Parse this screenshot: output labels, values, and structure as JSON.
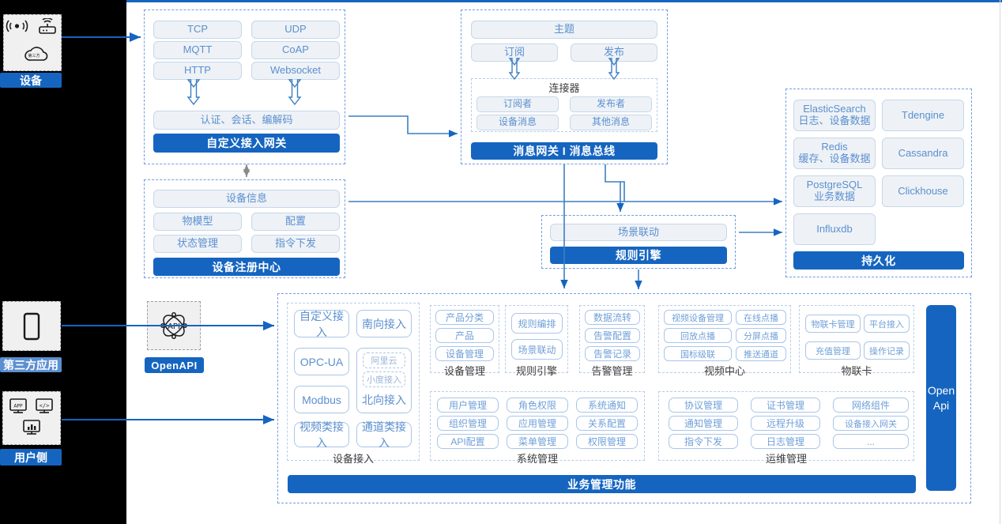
{
  "rail": {
    "device": {
      "label": "设备",
      "icons": [
        "wifi-signal-icon",
        "router-icon",
        "cloud-icon"
      ]
    },
    "third_party": {
      "label": "第三方应用",
      "icons": [
        "mobile-phone-icon"
      ]
    },
    "user_side": {
      "label": "用户侧",
      "icons": [
        "app-monitor-icon",
        "code-monitor-icon",
        "chart-monitor-icon"
      ]
    }
  },
  "openapi_node": {
    "label": "OpenAPI",
    "icon": "api-network-icon"
  },
  "gateway": {
    "protocols": [
      "TCP",
      "UDP",
      "MQTT",
      "CoAP",
      "HTTP",
      "Websocket"
    ],
    "middle": "认证、会话、编解码",
    "title": "自定义接入网关"
  },
  "message_bus": {
    "topic": "主题",
    "subscribe": "订阅",
    "publish": "发布",
    "connector_title": "连接器",
    "connector_items": [
      "订阅者",
      "发布者",
      "设备消息",
      "其他消息"
    ],
    "title": "消息网关 I 消息总线"
  },
  "registry": {
    "info": "设备信息",
    "items": [
      "物模型",
      "配置",
      "状态管理",
      "指令下发"
    ],
    "title": "设备注册中心"
  },
  "rule_engine_block": {
    "item": "场景联动",
    "title": "规则引擎"
  },
  "persistence": {
    "stores": [
      {
        "name": "ElasticSearch",
        "sub": "日志、设备数据"
      },
      {
        "name": "Tdengine",
        "sub": ""
      },
      {
        "name": "Redis",
        "sub": "缓存、设备数据"
      },
      {
        "name": "Cassandra",
        "sub": ""
      },
      {
        "name": "PostgreSQL",
        "sub": "业务数据"
      },
      {
        "name": "Clickhouse",
        "sub": ""
      },
      {
        "name": "Influxdb",
        "sub": ""
      }
    ],
    "title": "持久化"
  },
  "business": {
    "footer_title": "业务管理功能",
    "open_api_line1": "Open",
    "open_api_line2": "Api",
    "device_access": {
      "label": "设备接入",
      "cards": [
        "自定义接入",
        "南向接入",
        "OPC-UA",
        "Modbus",
        "视频类接入",
        "通道类接入"
      ],
      "north_group": {
        "dashed": [
          "阿里云",
          "小度接入"
        ],
        "label": "北向接入"
      }
    },
    "groups": [
      {
        "label": "设备管理",
        "items": [
          "产品分类",
          "产品",
          "设备管理"
        ]
      },
      {
        "label": "规则引擎",
        "items": [
          "规则编排",
          "场景联动"
        ]
      },
      {
        "label": "告警管理",
        "items": [
          "数据流转",
          "告警配置",
          "告警记录"
        ]
      },
      {
        "label": "视频中心",
        "items": [
          "视频设备管理",
          "在线点播",
          "回放点播",
          "分屏点播",
          "国标级联",
          "推送通道"
        ]
      },
      {
        "label": "物联卡",
        "items": [
          "物联卡管理",
          "平台接入",
          "充值管理",
          "操作记录"
        ]
      },
      {
        "label": "系统管理",
        "items": [
          "用户管理",
          "角色权限",
          "系统通知",
          "组织管理",
          "应用管理",
          "关系配置",
          "API配置",
          "菜单管理",
          "权限管理"
        ]
      },
      {
        "label": "运维管理",
        "items": [
          "协议管理",
          "证书管理",
          "网络组件",
          "通知管理",
          "远程升级",
          "设备接入网关",
          "指令下发",
          "日志管理",
          "..."
        ]
      }
    ]
  },
  "colors": {
    "primary": "#1565c0",
    "pill_text": "#5b8fd0",
    "pill_bg": "#eef2f6",
    "pill_border": "#c6d7ea",
    "dashed_blue": "#6f9fe0",
    "rail_bg": "#000000"
  }
}
